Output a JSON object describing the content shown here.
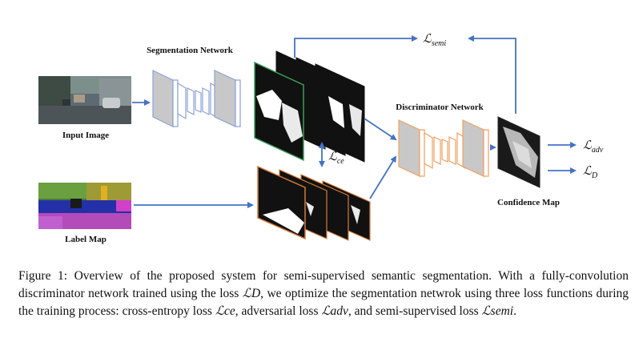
{
  "labels": {
    "segmentation_network": "Segmentation Network",
    "discriminator_network": "Discriminator Network",
    "input_image": "Input Image",
    "label_map": "Label Map",
    "confidence_map": "Confidence Map"
  },
  "losses": {
    "semi": {
      "symbol": "ℒ",
      "sub": "semi"
    },
    "ce": {
      "symbol": "ℒ",
      "sub": "ce"
    },
    "adv": {
      "symbol": "ℒ",
      "sub": "adv"
    },
    "d": {
      "symbol": "ℒ",
      "sub": "D"
    }
  },
  "caption": {
    "part1": "Figure 1: Overview of the proposed system for semi-supervised semantic segmentation. With a fully-convolution discriminator network trained using the loss ",
    "loss_d": "ℒD",
    "part2": ", we optimize the segmentation netwrok using three loss functions during the training process: cross-entropy loss ",
    "loss_ce": "ℒce",
    "part3": ", adversarial loss ",
    "loss_adv": "ℒadv",
    "part4": ", and semi-supervised loss ",
    "loss_semi": "ℒsemi",
    "part5": "."
  },
  "colors": {
    "arrow": "#4472c4",
    "seg_net_edge": "#8aa2d6",
    "disc_net_edge": "#f0a060",
    "pred_map_edge": "#3a9e5a",
    "label_map_edge": "#d77a3a",
    "block_fill": "#c8c8c8"
  }
}
